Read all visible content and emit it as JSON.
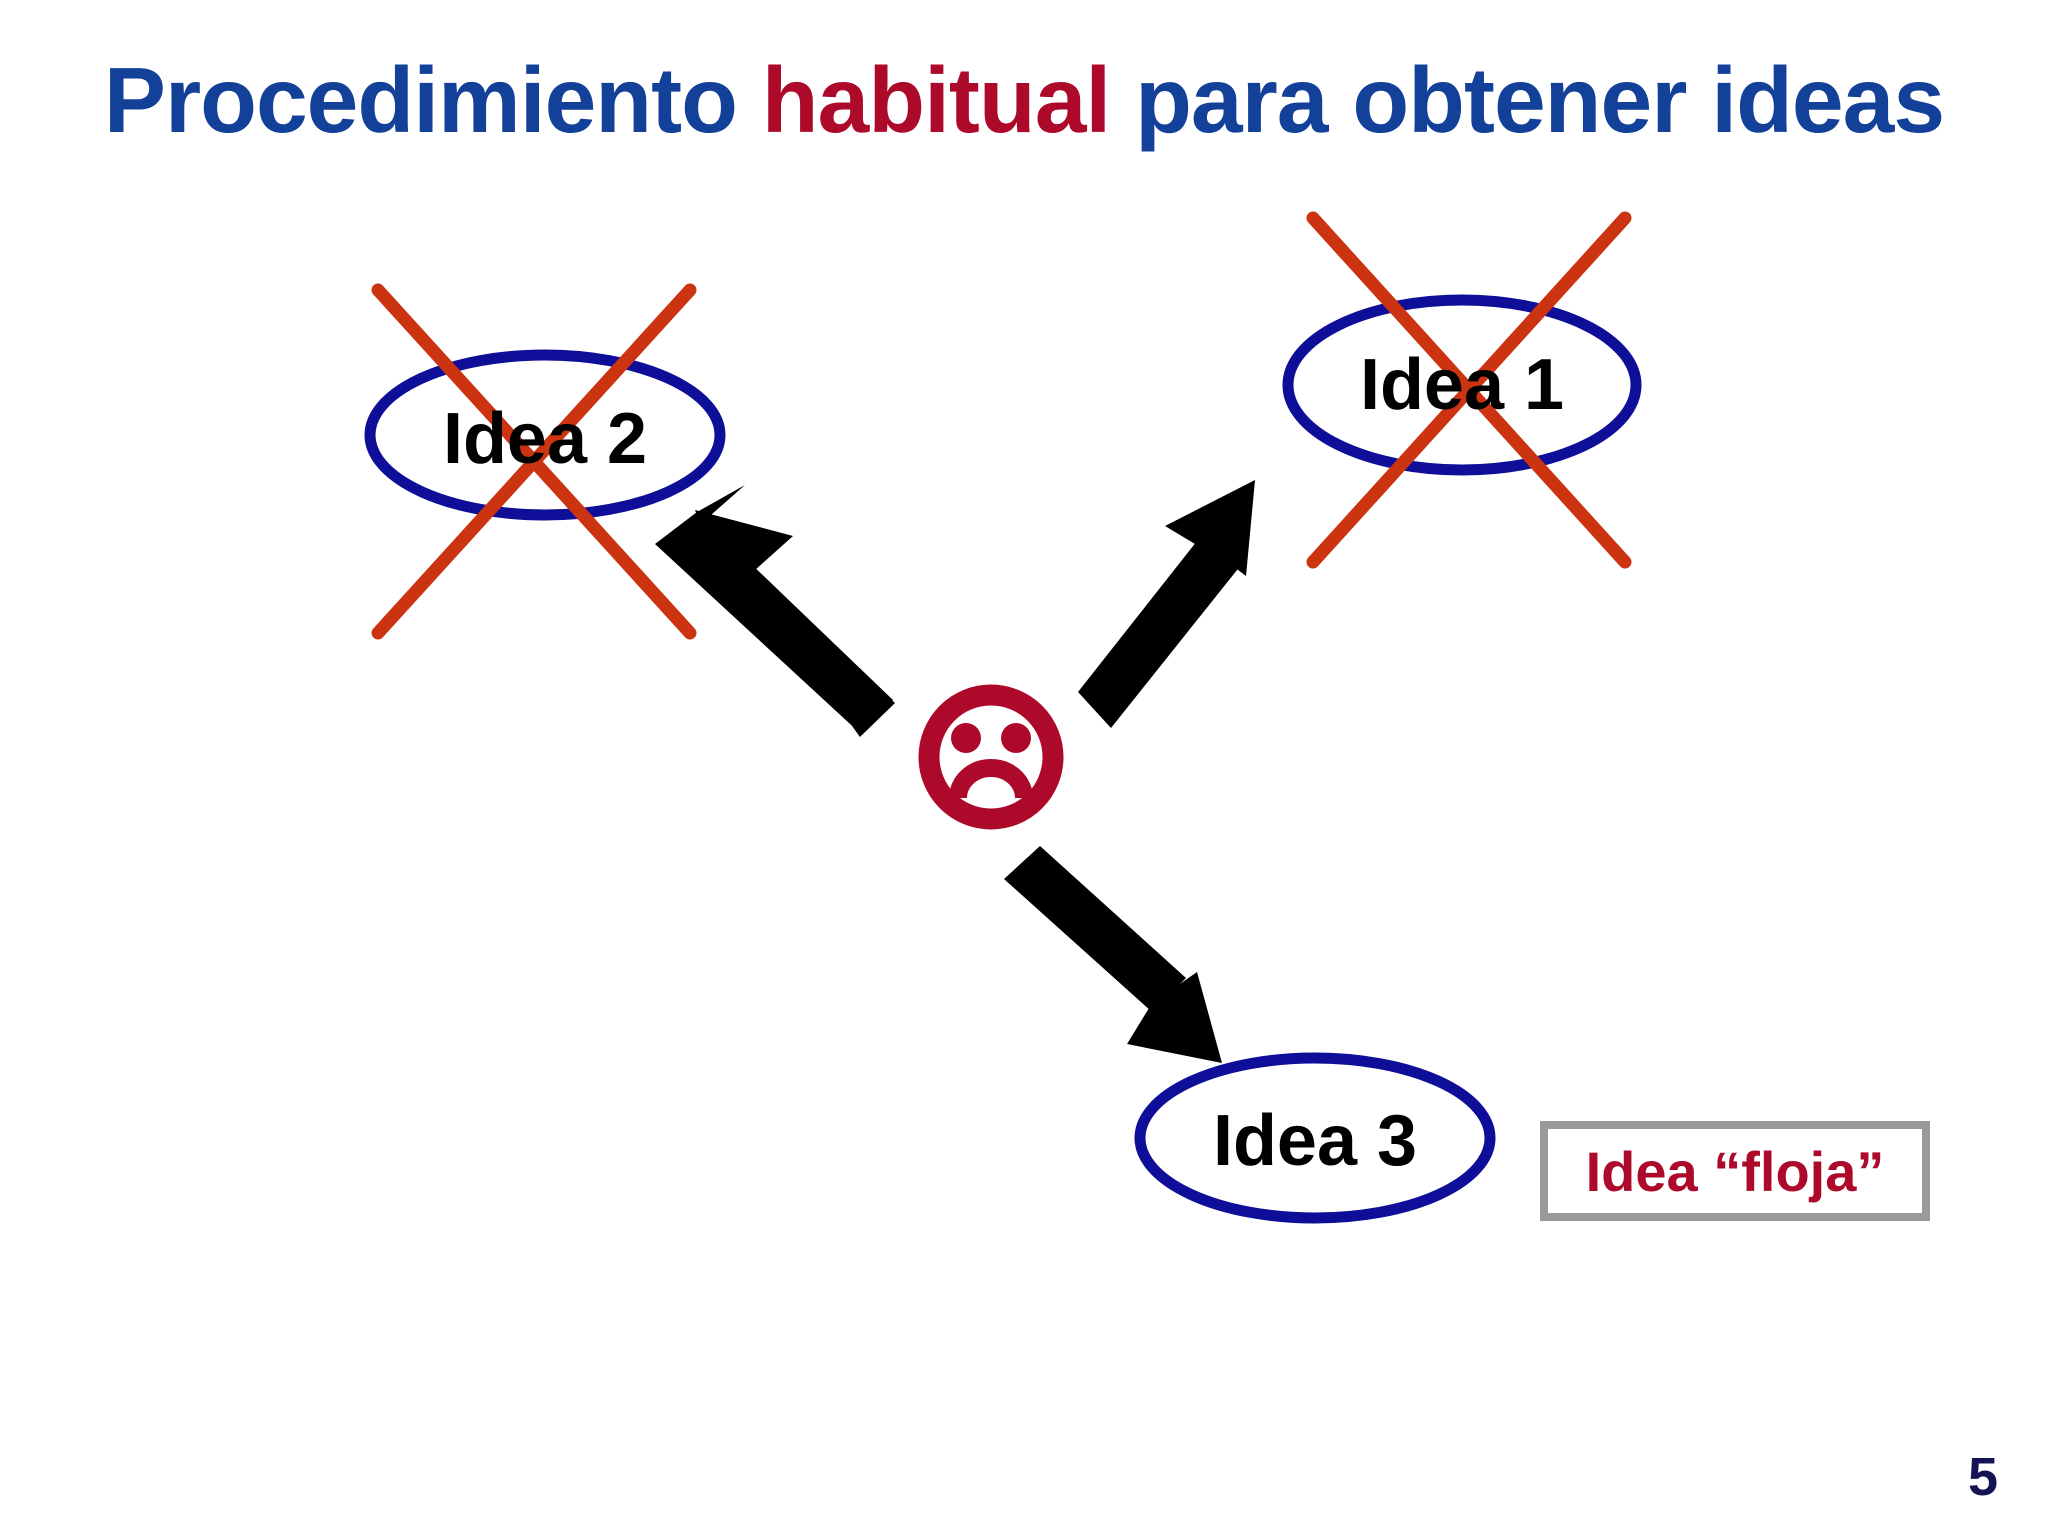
{
  "slide": {
    "background_color": "#ffffff",
    "page_number": "5"
  },
  "title": {
    "full_text": "Procedimiento habitual para obtener ideas",
    "part1": "Procedimiento ",
    "part2_emphasis": "habitual",
    "part3": " para obtener ideas",
    "color_primary": "#134098",
    "color_emphasis": "#AD0A2B"
  },
  "diagram": {
    "type": "radial-flow",
    "center_icon": "sad-face-icon",
    "center_icon_color": "#AD0A2B",
    "arrow_color": "#000000",
    "ellipse_outline_color": "#0E0E99",
    "cross_out_color": "#CC3411",
    "nodes": [
      {
        "id": "idea2",
        "label": "Idea 2",
        "crossed_out": true,
        "label_color": "#000000"
      },
      {
        "id": "idea1",
        "label": "Idea 1",
        "crossed_out": true,
        "label_color": "#000000"
      },
      {
        "id": "idea3",
        "label": "Idea 3",
        "crossed_out": false,
        "label_color": "#000000"
      }
    ]
  },
  "callout": {
    "text": "Idea “floja”",
    "text_color": "#AD0A2B",
    "border_color": "#9a9a9a"
  }
}
